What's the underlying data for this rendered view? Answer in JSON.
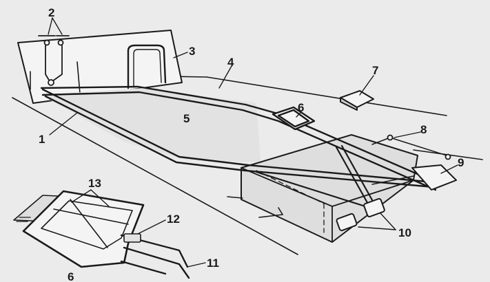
{
  "colors": {
    "background": "#ebebeb",
    "ink": "#1a1a1a",
    "panel_fill": "#f4f4f4",
    "field_fill": "#e2e2e2",
    "box_fill": "#dedede"
  },
  "callouts": [
    {
      "id": "c1",
      "text": "1"
    },
    {
      "id": "c2",
      "text": "2"
    },
    {
      "id": "c3",
      "text": "3"
    },
    {
      "id": "c4",
      "text": "4"
    },
    {
      "id": "c5",
      "text": "5"
    },
    {
      "id": "c6",
      "text": "6"
    },
    {
      "id": "c7",
      "text": "7"
    },
    {
      "id": "c8",
      "text": "8"
    },
    {
      "id": "c9",
      "text": "9"
    },
    {
      "id": "c10",
      "text": "10"
    },
    {
      "id": "c11",
      "text": "11"
    },
    {
      "id": "c12",
      "text": "12"
    },
    {
      "id": "c13",
      "text": "13"
    },
    {
      "id": "c6b",
      "text": "6"
    }
  ]
}
